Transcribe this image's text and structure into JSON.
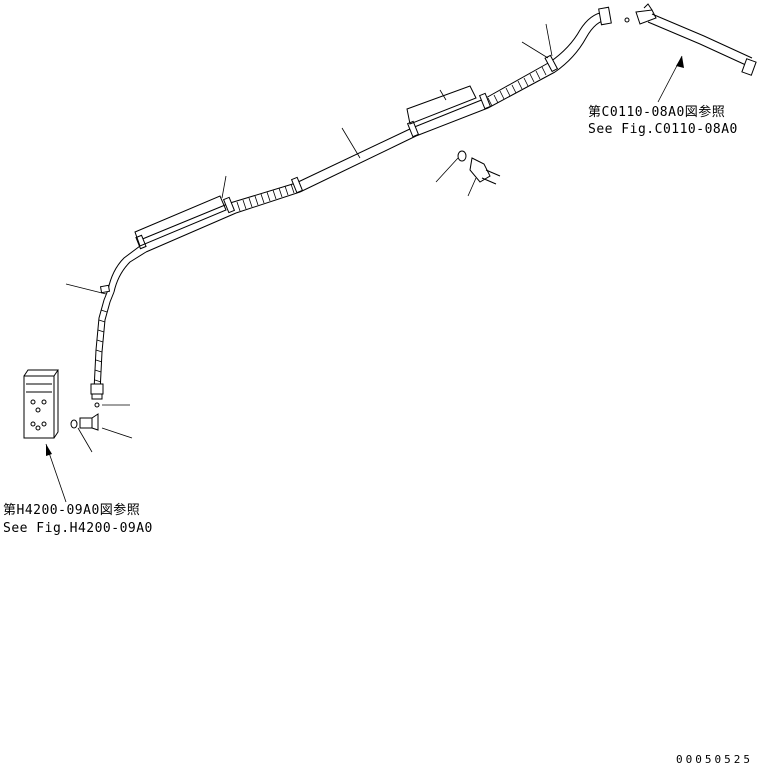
{
  "references": {
    "upper": {
      "line_jp": "第C0110-08A0図参照",
      "line_en": "See Fig.C0110-08A0"
    },
    "lower": {
      "line_jp": "第H4200-09A0図参照",
      "line_en": "See Fig.H4200-09A0"
    }
  },
  "drawing_number": "00050525"
}
